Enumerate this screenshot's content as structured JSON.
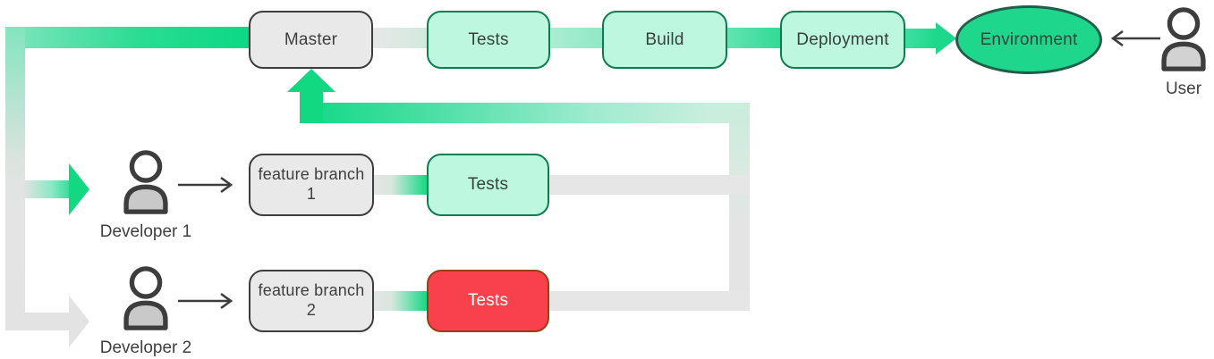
{
  "nodes": {
    "master": {
      "label": "Master"
    },
    "tests_main": {
      "label": "Tests"
    },
    "build": {
      "label": "Build"
    },
    "deployment": {
      "label": "Deployment"
    },
    "environment": {
      "label": "Environment"
    },
    "feature_branch_1": {
      "line1": "feature branch",
      "line2": "1"
    },
    "tests_branch_1": {
      "label": "Tests",
      "status": "pass"
    },
    "feature_branch_2": {
      "line1": "feature branch",
      "line2": "2"
    },
    "tests_branch_2": {
      "label": "Tests",
      "status": "fail"
    }
  },
  "actors": {
    "developer_1": {
      "label": "Developer 1",
      "icon": "person-icon"
    },
    "developer_2": {
      "label": "Developer 2",
      "icon": "person-icon"
    },
    "user": {
      "label": "User",
      "icon": "person-icon"
    }
  },
  "colors": {
    "flow_green": "#12d882",
    "flow_green_light": "#8ce8c6",
    "flow_grey": "#e3e3e3",
    "mint_fill": "#bdf7e0",
    "green_border": "#0d7d50",
    "grey_fill": "#e9e9e9",
    "dark_outline": "#3d3d3d",
    "fail_fill": "#f9414d",
    "fail_border": "#a03c12",
    "env_fill": "#1fd78c",
    "env_border": "#245c4b",
    "text": "#3f3f3f"
  }
}
